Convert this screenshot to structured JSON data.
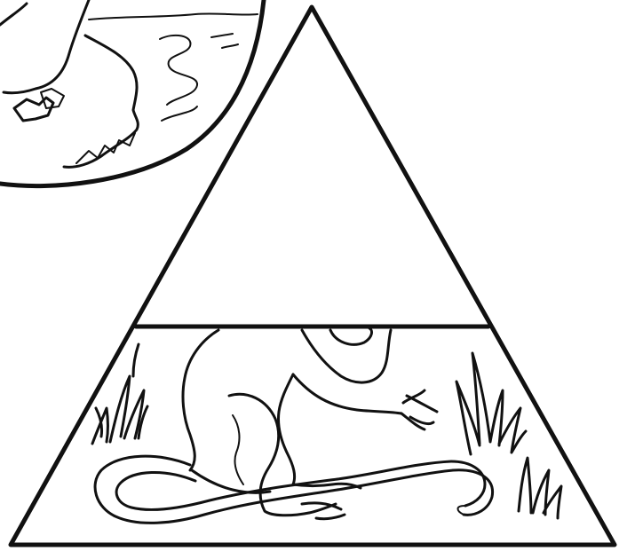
{
  "colors": {
    "ink": "#111111",
    "paper": "#ffffff"
  },
  "illustration": {
    "style": "black line-art coloring page",
    "elements": [
      "circle-vignette",
      "food-pyramid-triangle",
      "mouse-drawing",
      "grass-tufts"
    ]
  }
}
